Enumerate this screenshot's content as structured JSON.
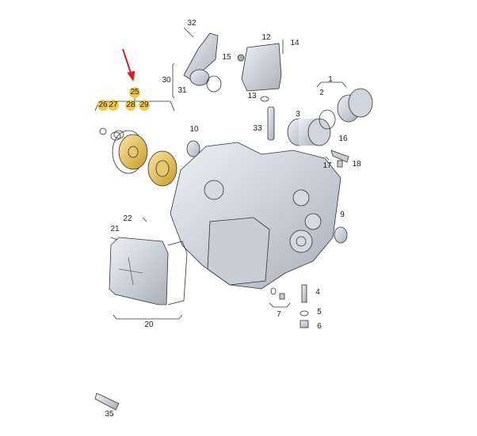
{
  "diagram": {
    "highlight_color": "#f0c84a",
    "arrow_color": "#e02020",
    "labels": {
      "p1": "1",
      "p2": "2",
      "p3": "3",
      "p4": "4",
      "p5": "5",
      "p6": "6",
      "p7": "7",
      "p9": "9",
      "p10": "10",
      "p12": "12",
      "p13": "13",
      "p14": "14",
      "p15": "15",
      "p16": "16",
      "p17": "17",
      "p18": "18",
      "p20": "20",
      "p21": "21",
      "p22": "22",
      "p25": "25",
      "p26": "26",
      "p27": "27",
      "p28": "28",
      "p29": "29",
      "p30": "30",
      "p31": "31",
      "p32": "32",
      "p33": "33",
      "p35": "35"
    }
  }
}
